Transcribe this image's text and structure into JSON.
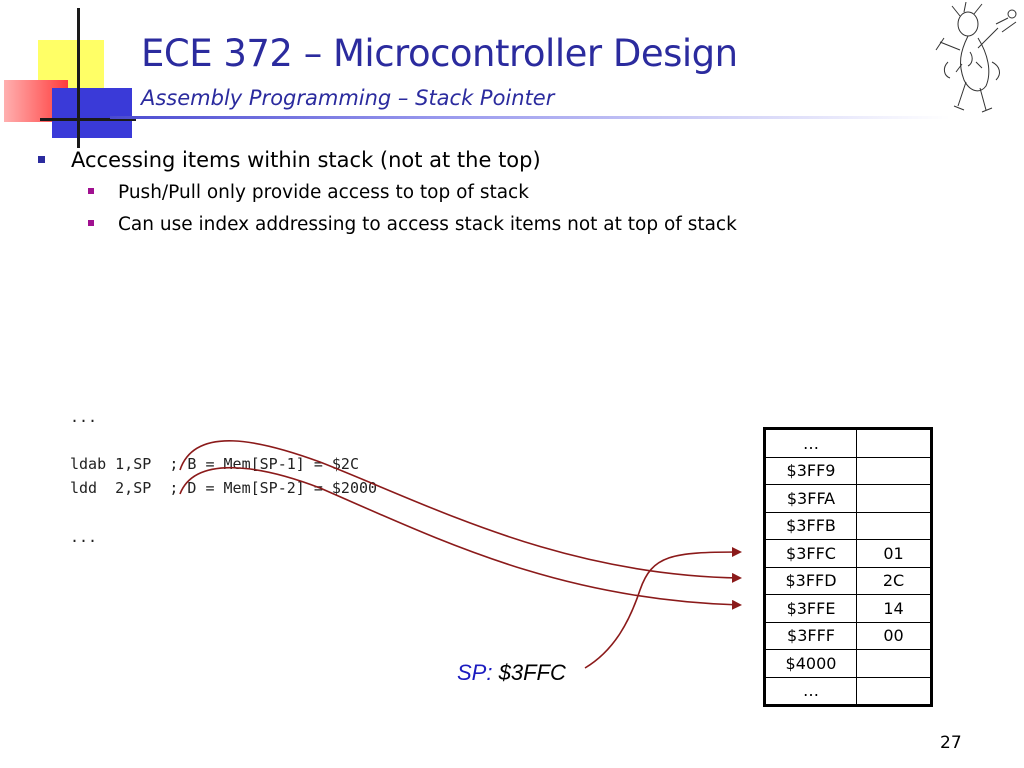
{
  "header": {
    "title": "ECE 372 – Microcontroller Design",
    "subtitle": "Assembly Programming – Stack Pointer"
  },
  "bullets": {
    "main": "Accessing items within stack (not at the top)",
    "sub": [
      "Push/Pull only provide access to top of stack",
      "Can use index addressing to access stack items not at top of stack"
    ]
  },
  "code": {
    "ellipsis_top": "...",
    "line1": "ldab 1,SP  ; B = Mem[SP-1] = $2C",
    "line2": "ldd  2,SP  ; D = Mem[SP-2] = $2000",
    "ellipsis_bottom": "..."
  },
  "memory": {
    "rows": [
      {
        "addr": "…",
        "val": ""
      },
      {
        "addr": "$3FF9",
        "val": ""
      },
      {
        "addr": "$3FFA",
        "val": ""
      },
      {
        "addr": "$3FFB",
        "val": ""
      },
      {
        "addr": "$3FFC",
        "val": "01"
      },
      {
        "addr": "$3FFD",
        "val": "2C"
      },
      {
        "addr": "$3FFE",
        "val": "14"
      },
      {
        "addr": "$3FFF",
        "val": "00"
      },
      {
        "addr": "$4000",
        "val": ""
      },
      {
        "addr": "…",
        "val": ""
      }
    ]
  },
  "stack_pointer": {
    "label": "SP:",
    "value": "$3FFC"
  },
  "page_number": "27",
  "colors": {
    "title": "#2b2b9e",
    "arrow": "#8b1a1a",
    "bullet_main": "#2b2b9e",
    "bullet_sub": "#a01090"
  },
  "logo_icon": "sketch-figure-icon"
}
